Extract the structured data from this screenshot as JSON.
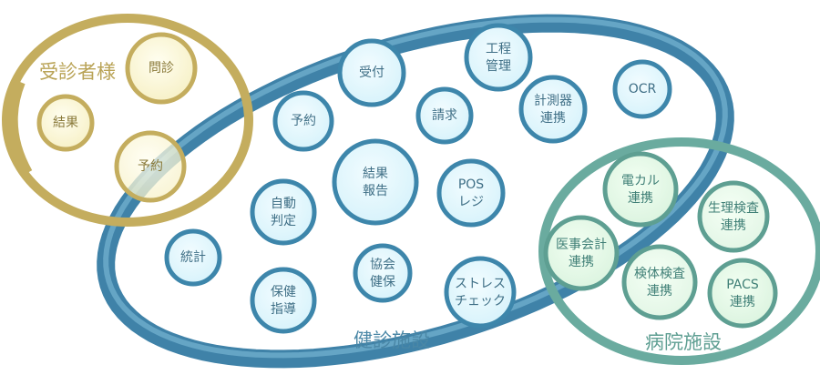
{
  "groups": {
    "patient": {
      "label": "受診者様",
      "items": [
        [
          "問診"
        ],
        [
          "結果"
        ],
        [
          "予約"
        ]
      ]
    },
    "checkup": {
      "label": "健診施設",
      "items": [
        [
          "受付"
        ],
        [
          "予約"
        ],
        [
          "工程",
          "管理"
        ],
        [
          "請求"
        ],
        [
          "計測器",
          "連携"
        ],
        [
          "OCR"
        ],
        [
          "結果",
          "報告"
        ],
        [
          "自動",
          "判定"
        ],
        [
          "POS",
          "レジ"
        ],
        [
          "統計"
        ],
        [
          "協会",
          "健保"
        ],
        [
          "保健",
          "指導"
        ],
        [
          "ストレス",
          "チェック"
        ]
      ]
    },
    "hospital": {
      "label": "病院施設",
      "items": [
        [
          "電カル",
          "連携"
        ],
        [
          "生理検査",
          "連携"
        ],
        [
          "医事会計",
          "連携"
        ],
        [
          "検体検査",
          "連携"
        ],
        [
          "PACS",
          "連携"
        ]
      ]
    }
  },
  "colors": {
    "gold": "#c9b56a",
    "blue": "#5a9ec0",
    "green": "#72b5a8"
  }
}
